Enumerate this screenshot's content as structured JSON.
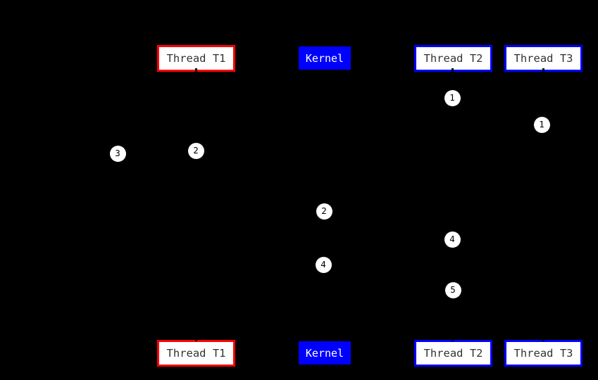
{
  "colors": {
    "background": "#000000",
    "t1_border": "#ff0000",
    "thread_border": "#0000ff",
    "kernel_fill": "#0000ff",
    "kernel_text": "#ffffff",
    "box_fill": "#ffffff",
    "box_text": "#333333",
    "marker_fill": "#ffffff",
    "marker_text": "#000000"
  },
  "participants": {
    "top": [
      {
        "label": "Thread T1"
      },
      {
        "label": "Kernel"
      },
      {
        "label": "Thread T2"
      },
      {
        "label": "Thread T3"
      }
    ],
    "bottom": [
      {
        "label": "Thread T1"
      },
      {
        "label": "Kernel"
      },
      {
        "label": "Thread T2"
      },
      {
        "label": "Thread T3"
      }
    ]
  },
  "markers": [
    {
      "value": "1"
    },
    {
      "value": "1"
    },
    {
      "value": "3"
    },
    {
      "value": "2"
    },
    {
      "value": "2"
    },
    {
      "value": "4"
    },
    {
      "value": "4"
    },
    {
      "value": "5"
    }
  ]
}
